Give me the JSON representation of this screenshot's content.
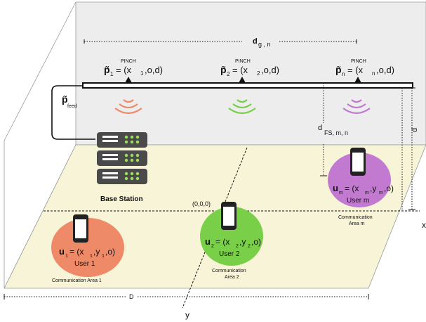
{
  "colors": {
    "wall": "#ededed",
    "floor": "#f7f4d8",
    "user1": "#ef8a68",
    "user2": "#79cf48",
    "userm": "#c27ad1",
    "server": "#4a4a4a",
    "led": "#9be05a"
  },
  "pinch_label": "PINCH",
  "pinches": [
    {
      "tilde": "p̃",
      "sub": "1",
      "eq": "= (x",
      "isub": "1",
      "rest": ",o,d)"
    },
    {
      "tilde": "p̃",
      "sub": "2",
      "eq": "= (x",
      "isub": "2",
      "rest": ",o,d)"
    },
    {
      "tilde": "p̃",
      "sub": "n",
      "eq": "= (x",
      "isub": "n",
      "rest": ",o,d)"
    }
  ],
  "feed": {
    "symbol": "p̃",
    "sub": "feed"
  },
  "dg": {
    "symbol": "d",
    "sub": "g , n"
  },
  "dfs": {
    "symbol": "d",
    "sub": "FS, m, n"
  },
  "d_height": "d",
  "base_station": "Base Station",
  "origin": "(0,0,0)",
  "D_label": "D",
  "x_axis": "x",
  "y_axis": "y",
  "users": [
    {
      "u": "u",
      "sub": "1",
      "coords": "= (x",
      "xs": "1",
      "mid": ",y",
      "ys": "1",
      "end": ",o)",
      "name": "User 1",
      "area": "Communication Area 1"
    },
    {
      "u": "u",
      "sub": "2",
      "coords": "= (x",
      "xs": "2",
      "mid": ",y",
      "ys": "2",
      "end": ",o)",
      "name": "User 2",
      "area1": "Communication",
      "area2": "Area  2"
    },
    {
      "u": "u",
      "sub": "m",
      "coords": "= (x",
      "xs": "m",
      "mid": ",y",
      "ys": "m",
      "end": ",o)",
      "name": "User m",
      "area1": "Communication",
      "area2": "Area  m"
    }
  ]
}
